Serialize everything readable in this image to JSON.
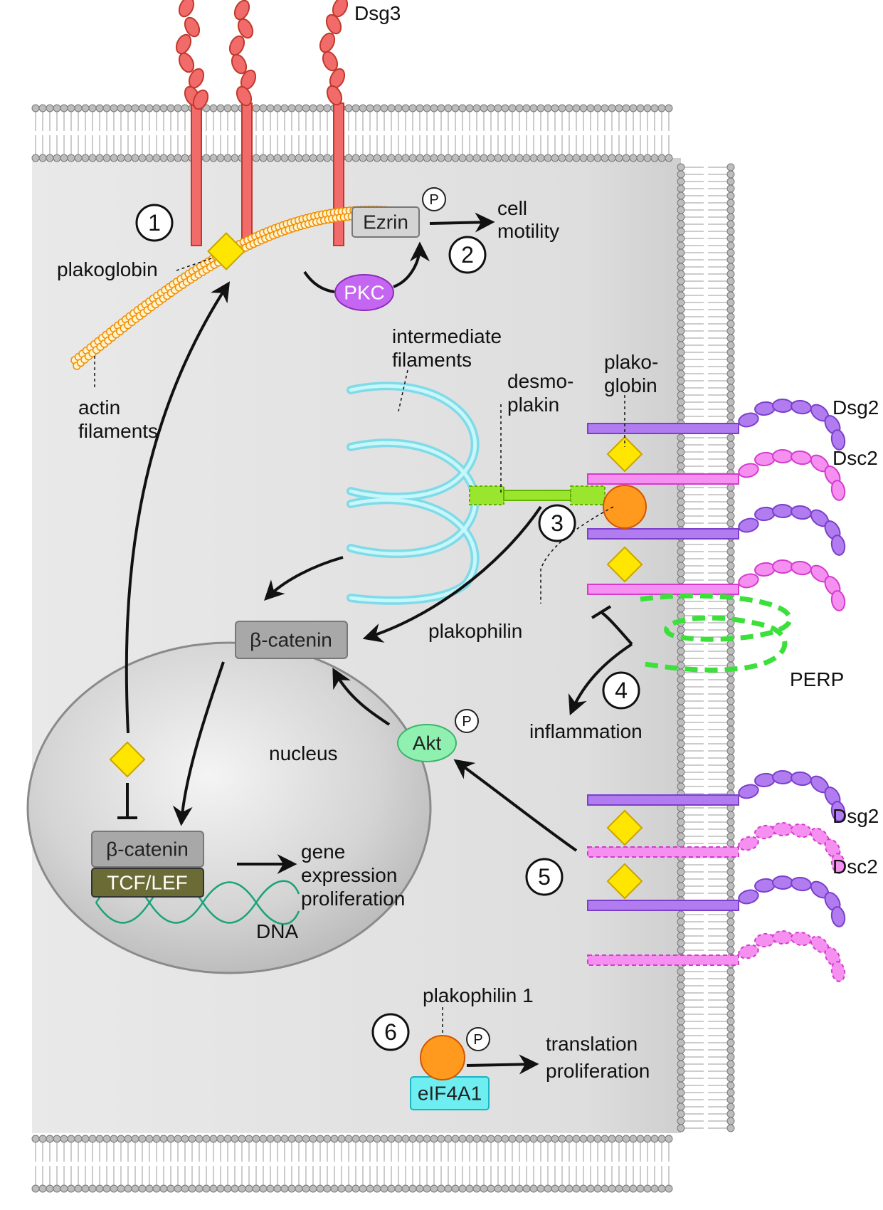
{
  "labels": {
    "dsg3": "Dsg3",
    "plakoglobin_top": "plakoglobin",
    "actin_1": "actin",
    "actin_2": "filaments",
    "ezrin": "Ezrin",
    "pkc": "PKC",
    "cell_motility_1": "cell",
    "cell_motility_2": "motility",
    "intermediate_1": "intermediate",
    "intermediate_2": "filaments",
    "desmoplakin_1": "desmo-",
    "desmoplakin_2": "plakin",
    "plakoglobin_right_1": "plako-",
    "plakoglobin_right_2": "globin",
    "dsg2_top": "Dsg2",
    "dsc2_top": "Dsc2",
    "dsg2_bottom": "Dsg2",
    "dsc2_bottom": "Dsc2",
    "plakophilin": "plakophilin",
    "beta_catenin_cyto": "β-catenin",
    "beta_catenin_nuc": "β-catenin",
    "tcf_lef": "TCF/LEF",
    "gene_1": "gene",
    "gene_2": "expression",
    "gene_3": "proliferation",
    "dna": "DNA",
    "nucleus": "nucleus",
    "akt": "Akt",
    "inflammation": "inflammation",
    "perp": "PERP",
    "plakophilin1": "plakophilin 1",
    "eif4a1": "eIF4A1",
    "translation_1": "translation",
    "translation_2": "proliferation",
    "phospho": "P"
  },
  "steps": [
    "1",
    "2",
    "3",
    "4",
    "5",
    "6"
  ],
  "colors": {
    "dsg3": "#f26b6b",
    "dsg2": "#b07cf0",
    "dsc2": "#f58ff0",
    "plakoglobin": "#ffe600",
    "plakophilin": "#ff9a1f",
    "pkc": "#c566f2",
    "akt": "#8ff0b0",
    "intermediate_filaments": "#9aeef7",
    "desmoplakin": "#9ae62e",
    "perp": "#3be03b",
    "actin": "#ffcc66",
    "eif4a1": "#6eeef0",
    "tcf_lef": "#6b6b35",
    "beta_catenin": "#a8a8a8"
  }
}
